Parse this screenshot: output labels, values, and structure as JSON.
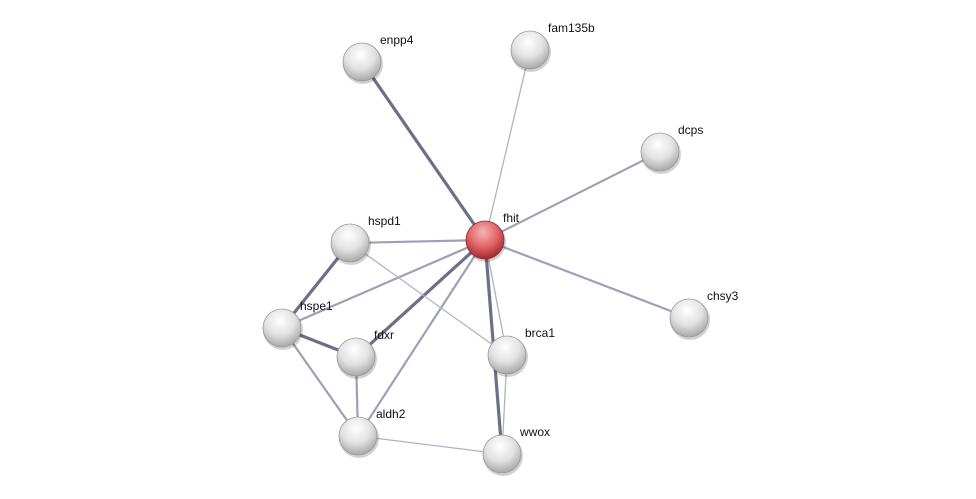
{
  "network": {
    "center_color": "#d9585e",
    "node_color": "#e4e4e4",
    "nodes": [
      {
        "id": "fhit",
        "label": "fhit",
        "query": true
      },
      {
        "id": "enpp4",
        "label": "enpp4"
      },
      {
        "id": "fam135b",
        "label": "fam135b"
      },
      {
        "id": "dcps",
        "label": "dcps"
      },
      {
        "id": "hspd1",
        "label": "hspd1"
      },
      {
        "id": "hspe1",
        "label": "hspe1"
      },
      {
        "id": "fdxr",
        "label": "fdxr"
      },
      {
        "id": "chsy3",
        "label": "chsy3"
      },
      {
        "id": "brca1",
        "label": "brca1"
      },
      {
        "id": "aldh2",
        "label": "aldh2"
      },
      {
        "id": "wwox",
        "label": "wwox"
      }
    ],
    "edges": [
      {
        "source": "fhit",
        "target": "enpp4",
        "strength": "strong"
      },
      {
        "source": "fhit",
        "target": "fam135b",
        "strength": "weak"
      },
      {
        "source": "fhit",
        "target": "dcps",
        "strength": "medium"
      },
      {
        "source": "fhit",
        "target": "chsy3",
        "strength": "medium"
      },
      {
        "source": "fhit",
        "target": "hspd1",
        "strength": "medium"
      },
      {
        "source": "fhit",
        "target": "hspe1",
        "strength": "medium"
      },
      {
        "source": "fhit",
        "target": "fdxr",
        "strength": "strong"
      },
      {
        "source": "fhit",
        "target": "aldh2",
        "strength": "medium"
      },
      {
        "source": "fhit",
        "target": "brca1",
        "strength": "weak"
      },
      {
        "source": "fhit",
        "target": "wwox",
        "strength": "strong"
      },
      {
        "source": "hspd1",
        "target": "hspe1",
        "strength": "strong"
      },
      {
        "source": "hspd1",
        "target": "brca1",
        "strength": "weak"
      },
      {
        "source": "hspe1",
        "target": "fdxr",
        "strength": "strong"
      },
      {
        "source": "hspe1",
        "target": "aldh2",
        "strength": "medium"
      },
      {
        "source": "fdxr",
        "target": "aldh2",
        "strength": "medium"
      },
      {
        "source": "aldh2",
        "target": "wwox",
        "strength": "weak"
      },
      {
        "source": "brca1",
        "target": "wwox",
        "strength": "weak"
      }
    ]
  }
}
